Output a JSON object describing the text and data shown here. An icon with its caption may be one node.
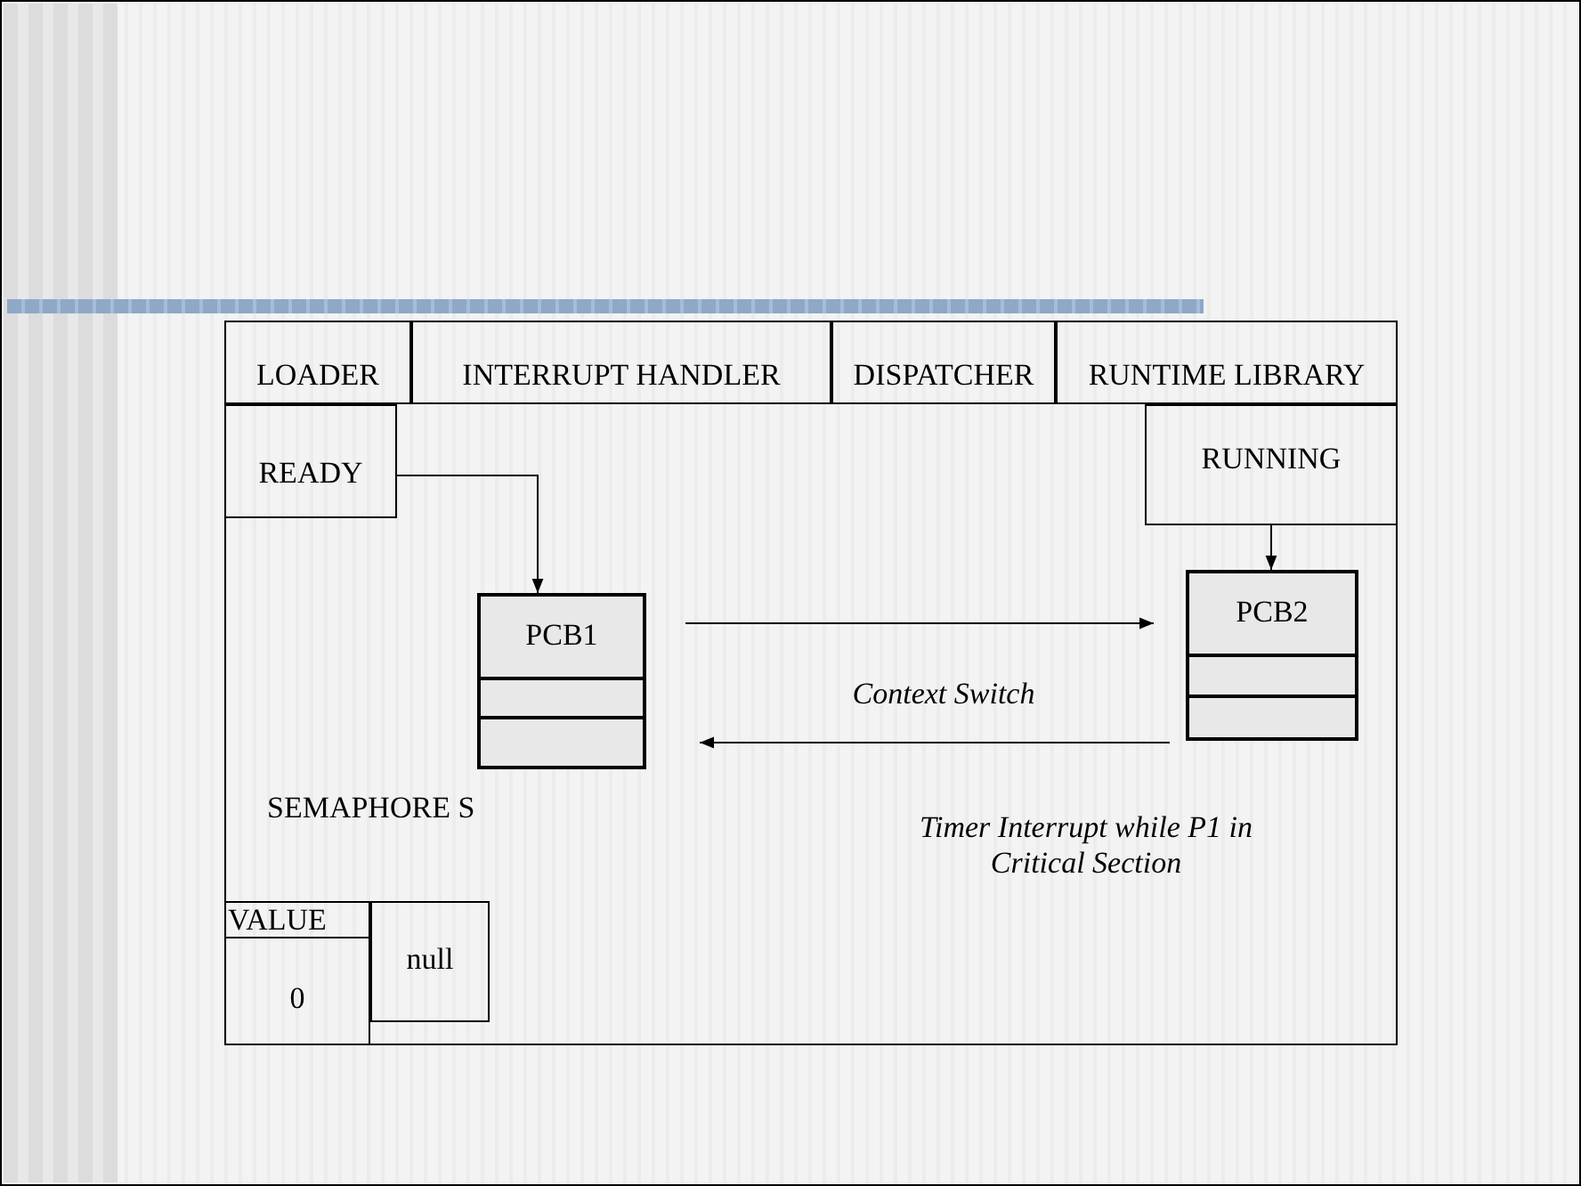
{
  "diagram": {
    "nodes": [
      {
        "text": [],
        "shape": "box"
      },
      {
        "text": [
          "LOADER"
        ],
        "in": 0
      },
      {
        "text": [
          "INTERRUPT HANDLER"
        ],
        "in": 0
      },
      {
        "text": [
          "DISPATCHER"
        ],
        "in": 0
      },
      {
        "text": [
          "RUNTIME LIBRARY"
        ],
        "in": 0
      },
      {
        "text": [
          "READY"
        ],
        "in": 0
      },
      {
        "text": [
          "RUNNING"
        ],
        "in": 0
      },
      {
        "text": [
          "PCB1"
        ],
        "in": 0
      },
      {
        "text": [
          "PCB2"
        ],
        "in": 0
      },
      {
        "text": [
          "VALUE",
          "0"
        ],
        "in": 0
      },
      {
        "text": [
          "null"
        ],
        "in": 0
      }
    ],
    "edges": [
      {
        "from": 5,
        "to": 7,
        "arrow": "to"
      },
      {
        "from": 6,
        "to": 8,
        "arrow": "to"
      },
      {
        "from": 7,
        "to": 8,
        "arrow": "to"
      },
      {
        "from": 8,
        "to": 7,
        "arrow": "to"
      }
    ],
    "labels": [
      "Context Switch",
      "SEMAPHORE S",
      "Timer Interrupt while P1 in Critical Section"
    ]
  }
}
